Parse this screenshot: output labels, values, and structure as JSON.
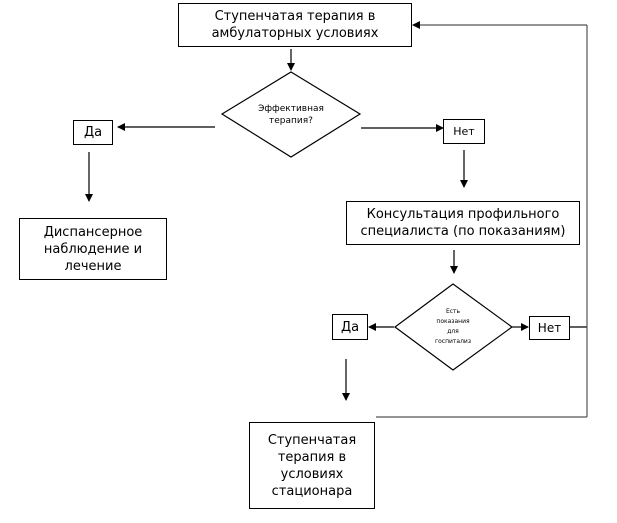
{
  "title": "Алгоритм ступенчатой терапии",
  "nodes": {
    "start": {
      "lines": [
        "Ступенчатая терапия в",
        "амбулаторных условиях"
      ]
    },
    "decision1": {
      "lines": [
        "Эффективная",
        "терапия?"
      ]
    },
    "yes1": {
      "label": "Да"
    },
    "no1": {
      "label": "Нет"
    },
    "dispensary": {
      "lines": [
        "Диспансерное",
        "наблюдение и",
        "лечение"
      ]
    },
    "consult": {
      "lines": [
        "Консультация профильного",
        "специалиста (по показаниям)"
      ]
    },
    "decision2": {
      "lines": [
        "Есть",
        "показания",
        "для",
        "госпитализ"
      ]
    },
    "yes2": {
      "label": "Да"
    },
    "no2": {
      "label": "Нет"
    },
    "inpatient": {
      "lines": [
        "Ступенчатая",
        "терапия в",
        "условиях",
        "стационара"
      ]
    }
  },
  "edges": [
    {
      "from": "start",
      "to": "decision1"
    },
    {
      "from": "decision1",
      "to": "yes1"
    },
    {
      "from": "decision1",
      "to": "no1"
    },
    {
      "from": "yes1",
      "to": "dispensary"
    },
    {
      "from": "no1",
      "to": "consult"
    },
    {
      "from": "consult",
      "to": "decision2"
    },
    {
      "from": "decision2",
      "to": "yes2"
    },
    {
      "from": "decision2",
      "to": "no2"
    },
    {
      "from": "yes2",
      "to": "inpatient"
    },
    {
      "from": "no2",
      "to": "start"
    },
    {
      "from": "inpatient",
      "to": "start"
    }
  ],
  "colors": {
    "line": "#000000",
    "background": "#ffffff"
  }
}
